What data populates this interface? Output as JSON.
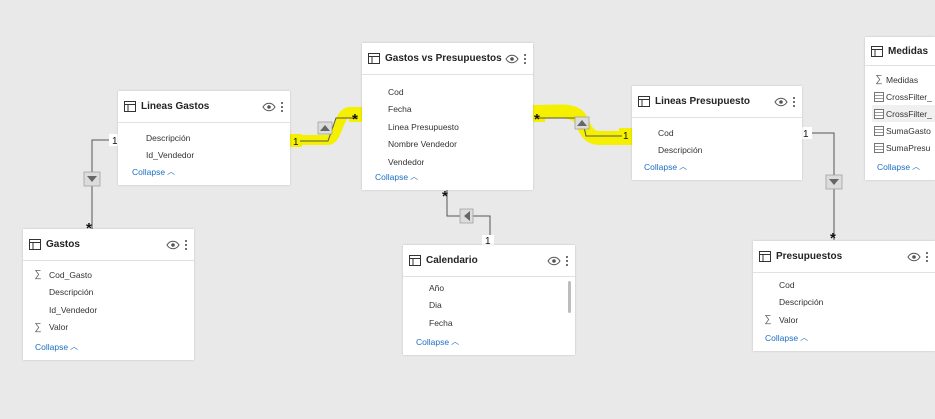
{
  "tables": {
    "gastos_vs_presupuestos": {
      "title": "Gastos vs Presupuestos",
      "fields": [
        "Cod",
        "Fecha",
        "Linea Presupuesto",
        "Nombre Vendedor",
        "Vendedor"
      ],
      "collapse": "Collapse"
    },
    "lineas_gastos": {
      "title": "Lineas Gastos",
      "fields": [
        "Descripción",
        "Id_Vendedor"
      ],
      "collapse": "Collapse"
    },
    "lineas_presupuesto": {
      "title": "Lineas Presupuesto",
      "fields": [
        "Cod",
        "Descripción"
      ],
      "collapse": "Collapse"
    },
    "medidas": {
      "title": "Medidas",
      "fields": [
        "Medidas",
        "CrossFilter_",
        "CrossFilter_",
        "SumaGasto",
        "SumaPresu"
      ],
      "collapse": "Collapse"
    },
    "gastos": {
      "title": "Gastos",
      "fields": [
        "Cod_Gasto",
        "Descripción",
        "Id_Vendedor",
        "Valor"
      ],
      "collapse": "Collapse"
    },
    "calendario": {
      "title": "Calendario",
      "fields": [
        "Año",
        "Dia",
        "Fecha"
      ],
      "collapse": "Collapse"
    },
    "presupuestos": {
      "title": "Presupuestos",
      "fields": [
        "Cod",
        "Descripción",
        "Valor"
      ],
      "collapse": "Collapse"
    }
  },
  "cardinality": {
    "one": "1",
    "many": "*"
  },
  "colors": {
    "highlight": "#f4f000",
    "link": "#1b6ec2",
    "line": "#888888"
  },
  "icons": [
    "table-icon",
    "eye-icon",
    "more-options-icon",
    "sigma-icon",
    "calculator-icon",
    "chevron-up-icon",
    "filter-arrow-icon"
  ]
}
